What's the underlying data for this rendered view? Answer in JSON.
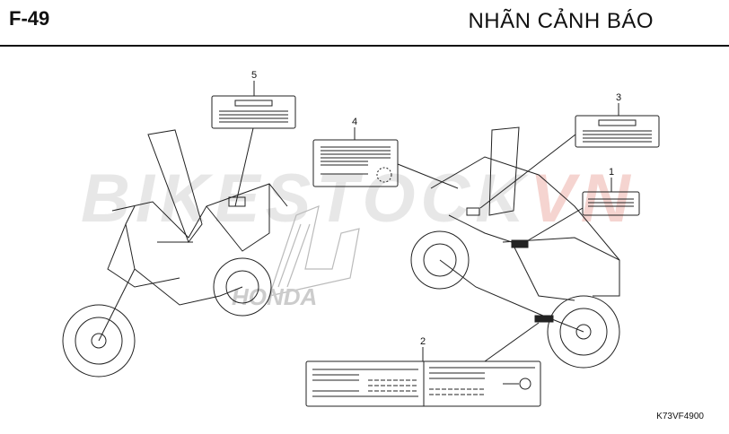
{
  "header": {
    "page_code": "F-49",
    "title": "NHÃN CẢNH BÁO"
  },
  "callouts": {
    "c1": "1",
    "c2": "2",
    "c3": "3",
    "c4": "4",
    "c5": "5"
  },
  "drawing_id": "K73VF4900",
  "watermark": {
    "main": "BIKESTOCK",
    "suffix": "VN"
  },
  "brand_logo_text": "HONDA",
  "colors": {
    "line": "#222222",
    "watermark_gray": "#999999",
    "watermark_red": "#d23c28"
  }
}
